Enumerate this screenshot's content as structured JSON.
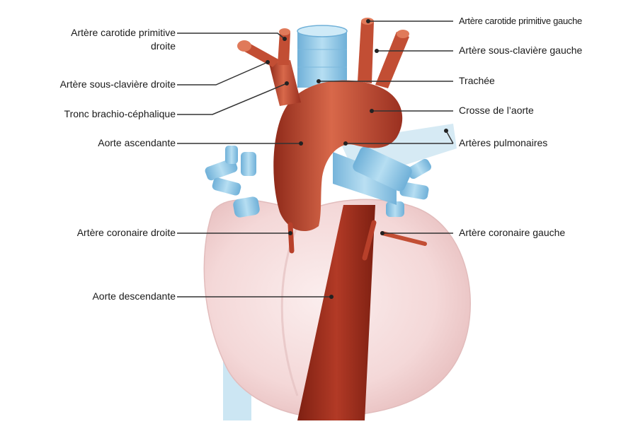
{
  "colors": {
    "aorta": "#b8402a",
    "aorta_light": "#d86a4a",
    "heart_fill": "#f4dcdc",
    "vessel_blue": "#8fc6e6",
    "leader": "#333333"
  },
  "labels": {
    "carotide_droite_1": "Artère carotide primitive",
    "carotide_droite_2": "droite",
    "sous_claviere_droite": "Artère sous-clavière droite",
    "tronc": "Tronc brachio-céphalique",
    "aorte_ascendante": "Aorte ascendante",
    "coronaire_droite": "Artère coronaire droite",
    "aorte_descendante": "Aorte descendante",
    "carotide_gauche": "Artère carotide primitive gauche",
    "sous_claviere_gauche": "Artère sous-clavière gauche",
    "trachee": "Trachée",
    "crosse": "Crosse de l’aorte",
    "pulmonaires": "Artères pulmonaires",
    "coronaire_gauche": "Artère coronaire gauche"
  }
}
